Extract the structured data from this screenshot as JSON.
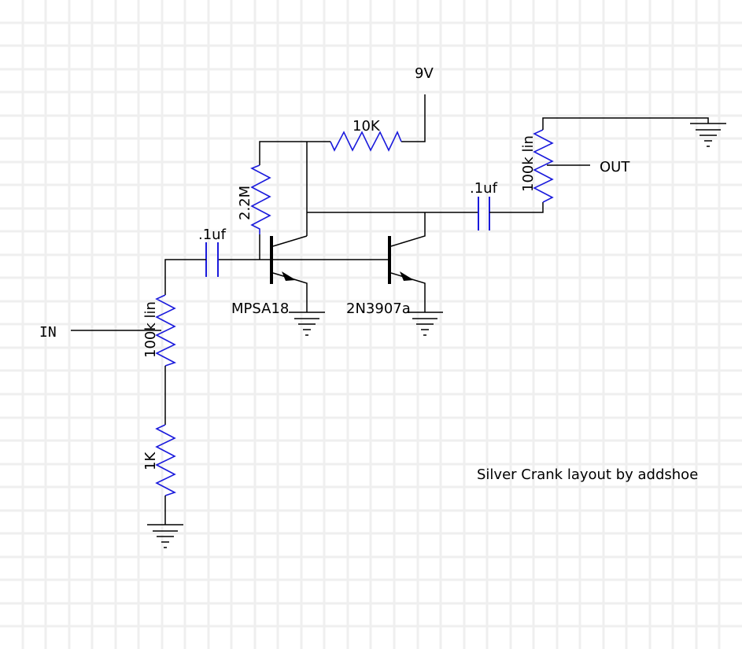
{
  "title": "Silver Crank layout by addshoe",
  "colors": {
    "wire": "#000000",
    "component": "#1a1adc",
    "grid": "#efefef",
    "background": "#ffffff"
  },
  "labels": {
    "supply": "9V",
    "input": "IN",
    "output": "OUT",
    "r_collector": "10K",
    "r_bias": "2.2M",
    "cap_in": ".1uf",
    "cap_out": ".1uf",
    "pot_in": "100k lin",
    "pot_out": "100k lin",
    "r_ground": "1K",
    "q1": "MPSA18",
    "q2": "2N3907a",
    "credit": "Silver Crank layout by addshoe"
  },
  "components": [
    {
      "id": "R1",
      "type": "resistor",
      "value": "10K"
    },
    {
      "id": "R2",
      "type": "resistor",
      "value": "2.2M"
    },
    {
      "id": "R3",
      "type": "resistor",
      "value": "1K"
    },
    {
      "id": "P1",
      "type": "potentiometer",
      "value": "100k lin",
      "role": "input"
    },
    {
      "id": "P2",
      "type": "potentiometer",
      "value": "100k lin",
      "role": "output"
    },
    {
      "id": "C1",
      "type": "capacitor",
      "value": ".1uf"
    },
    {
      "id": "C2",
      "type": "capacitor",
      "value": ".1uf"
    },
    {
      "id": "Q1",
      "type": "NPN transistor",
      "value": "MPSA18"
    },
    {
      "id": "Q2",
      "type": "PNP transistor",
      "value": "2N3907a"
    },
    {
      "id": "V1",
      "type": "supply",
      "value": "9V"
    }
  ]
}
